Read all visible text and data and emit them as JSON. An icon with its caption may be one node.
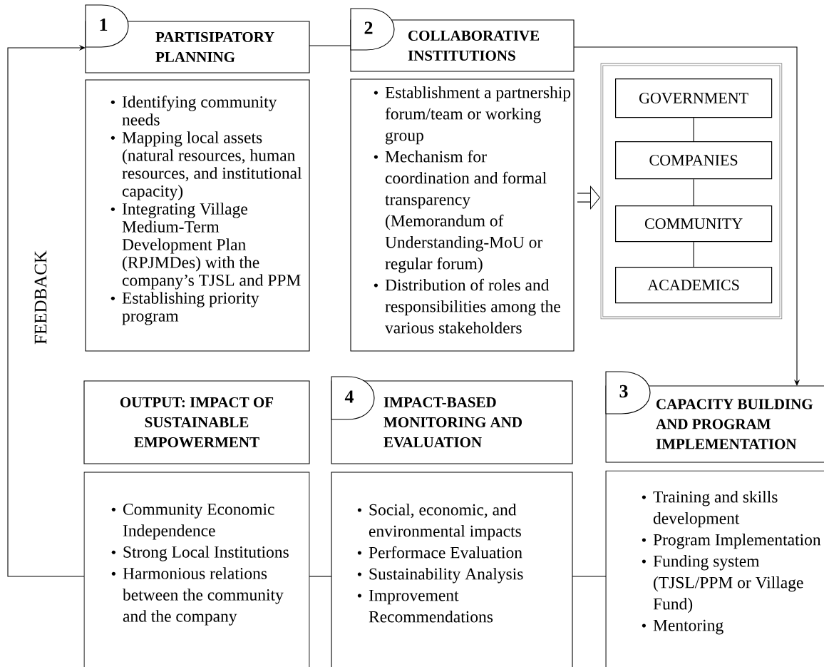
{
  "diagram": {
    "nodes": [
      {
        "text": [
          "PARTISIPATORY PLANNING"
        ]
      },
      {
        "text": [
          "1"
        ]
      },
      {
        "text": [
          "COLLABORATIVE INSTITUTIONS"
        ]
      },
      {
        "text": [
          "2"
        ]
      },
      {
        "text": [
          "Identifying community needs",
          "Mapping local assets (natural resources, human resources, and institutional capacity)",
          "Integrating Village Medium-Term Development Plan (RPJMDes) with the company’s TJSL and PPM",
          "Establishing priority program"
        ]
      },
      {
        "text": [
          "Establishment a partnership forum/team or working group",
          "Mechanism for coordination and formal transparency (Memorandum of Understanding-MoU or regular forum)",
          "Distribution of roles and responsibilities among the various stakeholders"
        ]
      },
      {
        "text": [],
        "shape": "box"
      },
      {
        "text": [
          "GOVERNMENT"
        ],
        "in": 6
      },
      {
        "text": [
          "COMPANIES"
        ],
        "in": 6
      },
      {
        "text": [
          "COMMUNITY"
        ],
        "in": 6
      },
      {
        "text": [
          "ACADEMICS"
        ],
        "in": 6
      },
      {
        "text": [
          "OUTPUT: IMPACT OF SUSTAINABLE EMPOWERMENT"
        ]
      },
      {
        "text": [
          "IMPACT-BASED MONITORING AND EVALUATION"
        ]
      },
      {
        "text": [
          "4"
        ]
      },
      {
        "text": [
          "CAPACITY BUILDING AND PROGRAM IMPLEMENTATION"
        ]
      },
      {
        "text": [
          "3"
        ]
      },
      {
        "text": [
          "Community Economic Independence",
          "Strong Local Institutions",
          "Harmonious relations between the community and the company"
        ]
      },
      {
        "text": [
          "Social, economic, and environmental impacts",
          "Performace Evaluation",
          "Sustainability Analysis",
          "Improvement Recommendations"
        ]
      },
      {
        "text": [
          "Training and skills development",
          "Program Implementation",
          "Funding system (TJSL/PPM or Village Fund)",
          "Mentoring"
        ]
      }
    ],
    "edges": [
      {
        "from": 16,
        "to": 0,
        "arrow": "to",
        "label": "FEEDBACK"
      },
      {
        "from": 0,
        "to": 2,
        "arrow": "none"
      },
      {
        "from": 2,
        "to": 14,
        "arrow": "to"
      },
      {
        "from": 5,
        "to": 6,
        "arrow": "to",
        "style": "thick"
      },
      {
        "from": 7,
        "to": 8,
        "arrow": "none"
      },
      {
        "from": 8,
        "to": 9,
        "arrow": "none"
      },
      {
        "from": 9,
        "to": 10,
        "arrow": "none"
      },
      {
        "from": 18,
        "to": 17,
        "arrow": "none"
      },
      {
        "from": 17,
        "to": 16,
        "arrow": "none"
      }
    ]
  }
}
